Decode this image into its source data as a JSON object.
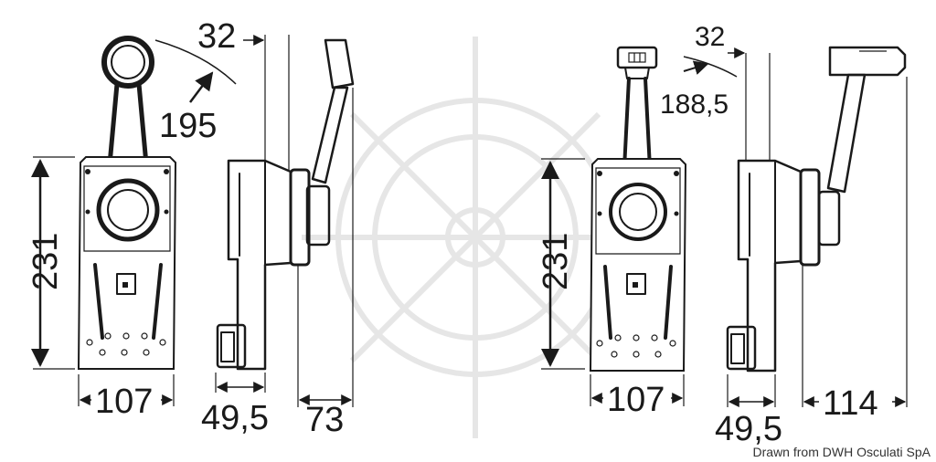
{
  "drawing": {
    "left_unit": {
      "handle_length": "195",
      "depth_top": "32",
      "plate_height": "231",
      "plate_width": "107",
      "side_base_depth": "49,5",
      "side_depth": "73"
    },
    "right_unit": {
      "handle_length": "188,5",
      "depth_top": "32",
      "plate_height": "231",
      "plate_width": "107",
      "side_base_depth": "49,5",
      "side_depth": "114"
    },
    "credit": "Drawn from DWH Osculati SpA"
  }
}
